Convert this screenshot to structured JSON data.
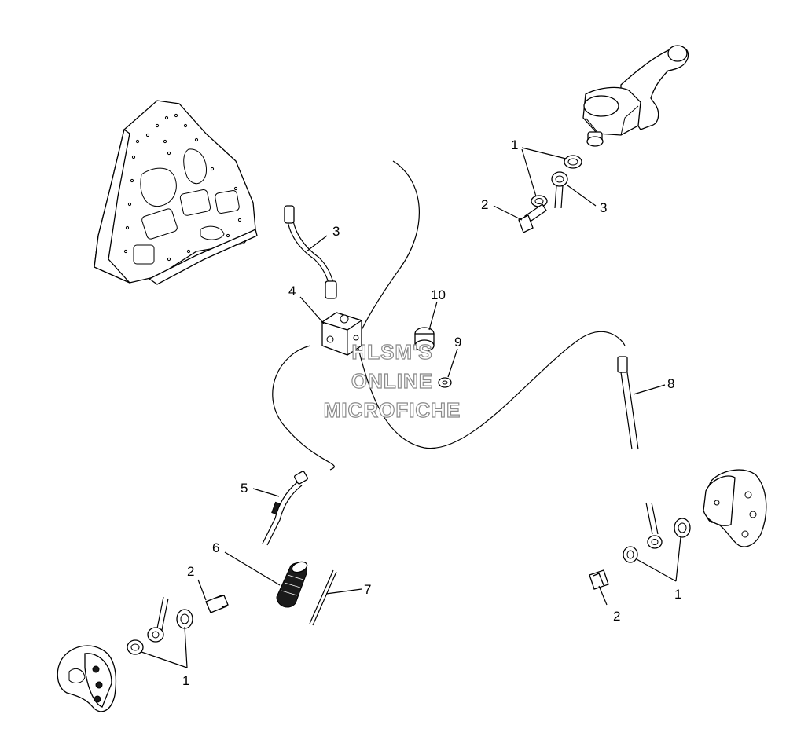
{
  "watermark": {
    "line1": "HLSM'S",
    "line2": "ONLINE",
    "line3": "MICROFICHE"
  },
  "callouts": [
    {
      "id": "c1_top",
      "label": "1"
    },
    {
      "id": "c2_top",
      "label": "2"
    },
    {
      "id": "c3_top",
      "label": "3"
    },
    {
      "id": "c3_mid",
      "label": "3"
    },
    {
      "id": "c4",
      "label": "4"
    },
    {
      "id": "c10",
      "label": "10"
    },
    {
      "id": "c9",
      "label": "9"
    },
    {
      "id": "c8",
      "label": "8"
    },
    {
      "id": "c5",
      "label": "5"
    },
    {
      "id": "c6",
      "label": "6"
    },
    {
      "id": "c7",
      "label": "7"
    },
    {
      "id": "c2_left",
      "label": "2"
    },
    {
      "id": "c1_left",
      "label": "1"
    },
    {
      "id": "c1_right",
      "label": "1"
    },
    {
      "id": "c2_right",
      "label": "2"
    }
  ]
}
